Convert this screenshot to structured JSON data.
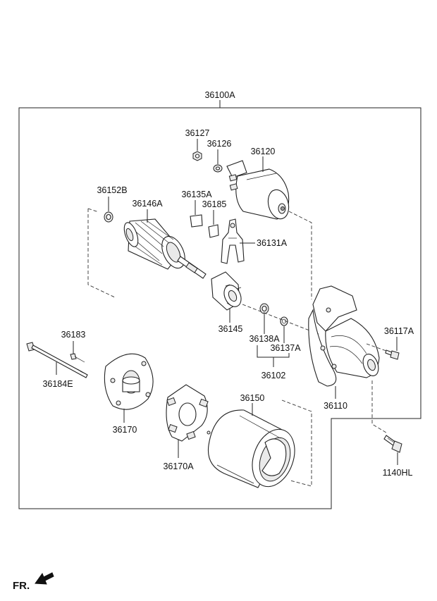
{
  "diagram": {
    "labels": {
      "assembly": "36100A",
      "p36127": "36127",
      "p36126": "36126",
      "p36120": "36120",
      "p36152B": "36152B",
      "p36146A": "36146A",
      "p36135A": "36135A",
      "p36185": "36185",
      "p36131A": "36131A",
      "p36145": "36145",
      "p36138A": "36138A",
      "p36137A": "36137A",
      "p36102": "36102",
      "p36117A": "36117A",
      "p36110": "36110",
      "p36183": "36183",
      "p36184E": "36184E",
      "p36170": "36170",
      "p36170A": "36170A",
      "p36150": "36150",
      "p1140HL": "1140HL"
    },
    "front_indicator": "FR."
  }
}
